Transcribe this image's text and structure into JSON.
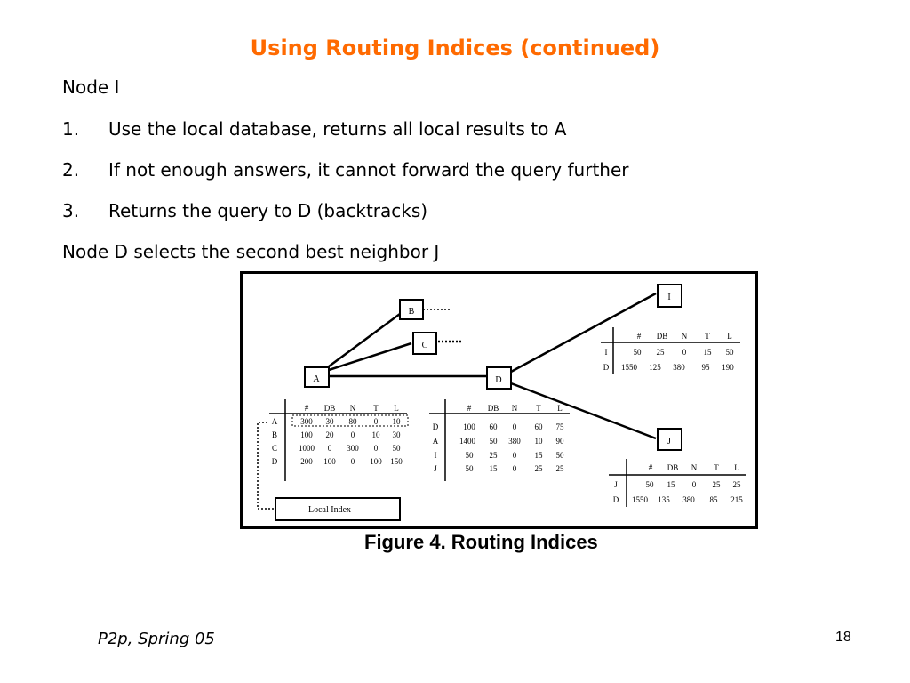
{
  "slide": {
    "title": "Using Routing Indices (continued)",
    "intro": "Node I",
    "steps": [
      {
        "num": "1.",
        "text": "Use the local database, returns all local results to A"
      },
      {
        "num": "2.",
        "text": "If not enough answers, it cannot forward the query further"
      },
      {
        "num": "3.",
        "text": "Returns the query to D (backtracks)"
      }
    ],
    "conclusion": "Node D selects the second best neighbor J"
  },
  "figure": {
    "caption": "Figure 4. Routing Indices",
    "nodes": {
      "A": "A",
      "B": "B",
      "C": "C",
      "D": "D",
      "I": "I",
      "J": "J"
    },
    "local_index_label": "Local Index",
    "header": [
      "#",
      "DB",
      "N",
      "T",
      "L"
    ],
    "table_A": [
      [
        "A",
        "300",
        "30",
        "80",
        "0",
        "10"
      ],
      [
        "B",
        "100",
        "20",
        "0",
        "10",
        "30"
      ],
      [
        "C",
        "1000",
        "0",
        "300",
        "0",
        "50"
      ],
      [
        "D",
        "200",
        "100",
        "0",
        "100",
        "150"
      ]
    ],
    "table_D": [
      [
        "D",
        "100",
        "60",
        "0",
        "60",
        "75"
      ],
      [
        "A",
        "1400",
        "50",
        "380",
        "10",
        "90"
      ],
      [
        "I",
        "50",
        "25",
        "0",
        "15",
        "50"
      ],
      [
        "J",
        "50",
        "15",
        "0",
        "25",
        "25"
      ]
    ],
    "table_I": [
      [
        "I",
        "50",
        "25",
        "0",
        "15",
        "50"
      ],
      [
        "D",
        "1550",
        "125",
        "380",
        "95",
        "190"
      ]
    ],
    "table_J": [
      [
        "J",
        "50",
        "15",
        "0",
        "25",
        "25"
      ],
      [
        "D",
        "1550",
        "135",
        "380",
        "85",
        "215"
      ]
    ]
  },
  "footer": {
    "course": "P2p, Spring 05",
    "page": "18"
  }
}
